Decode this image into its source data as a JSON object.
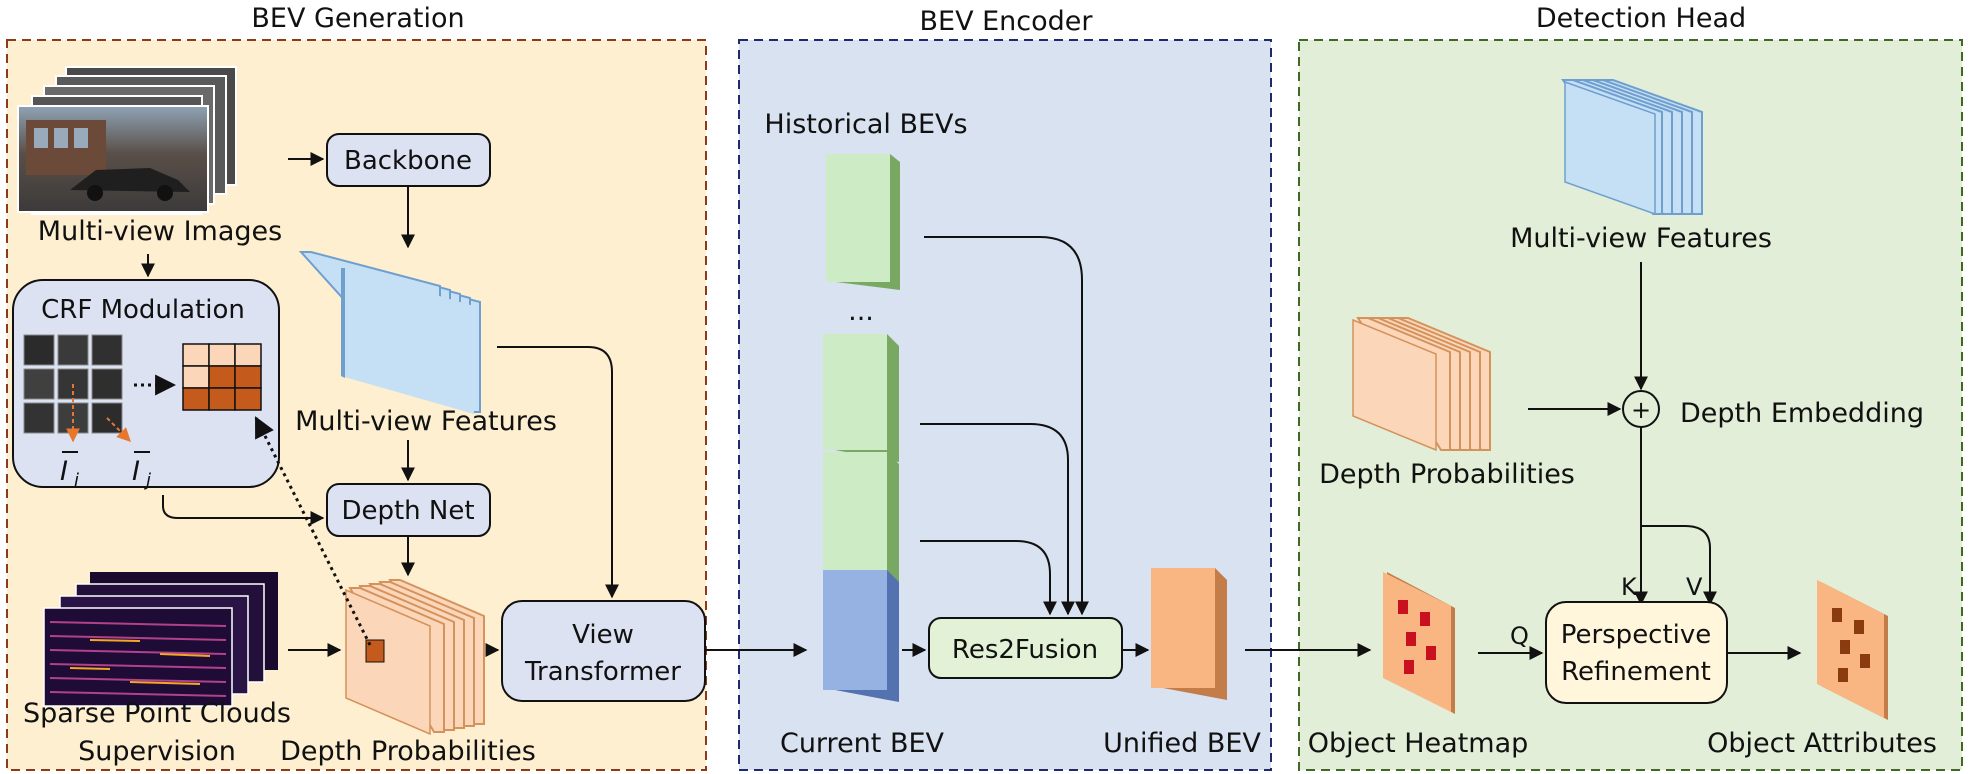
{
  "sections": {
    "generation": {
      "title": "BEV Generation",
      "bg": "#fdefcf",
      "border": "#8b3a1a"
    },
    "encoder": {
      "title": "BEV Encoder",
      "bg": "#d9e2f1",
      "border": "#1e2a6b"
    },
    "head": {
      "title": "Detection Head",
      "bg": "#e2eed8",
      "border": "#3e6b23"
    }
  },
  "generation": {
    "multiview_images": "Multi-view Images",
    "backbone": "Backbone",
    "multiview_features": "Multi-view Features",
    "crf_title": "CRF Modulation",
    "ii": "I",
    "ii_sub": "i",
    "ij": "I",
    "ij_sub": "j",
    "depth_net": "Depth Net",
    "sparse_point_clouds": "Sparse Point Clouds",
    "supervision": "Supervision",
    "depth_probabilities": "Depth Probabilities",
    "view_transformer_1": "View",
    "view_transformer_2": "Transformer"
  },
  "encoder": {
    "historical_bevs": "Historical BEVs",
    "ellipsis": "...",
    "current_bev": "Current BEV",
    "res2fusion": "Res2Fusion",
    "unified_bev": "Unified BEV"
  },
  "head": {
    "multiview_features": "Multi-view Features",
    "depth_probabilities": "Depth Probabilities",
    "plus": "+",
    "depth_embedding": "Depth Embedding",
    "k": "K",
    "v": "V",
    "q": "Q",
    "perspective_1": "Perspective",
    "perspective_2": "Refinement",
    "object_heatmap": "Object Heatmap",
    "object_attributes": "Object Attributes"
  },
  "colors": {
    "box_blue": "#dde2f3",
    "box_green": "#e3f2d6",
    "box_cream": "#fff6dc",
    "feature_blue": "#c5e0f5",
    "feature_edge": "#6f9fcf",
    "depth_peach": "#fcd6b8",
    "depth_edge": "#d4925c",
    "bev_green": "#cdebc4",
    "bev_green_edge": "#79a862",
    "bev_blue": "#96b2e3",
    "bev_blue_edge": "#5572b0",
    "bev_orange": "#f9b683",
    "bev_orange_edge": "#c47d49",
    "heat_red": "#c8101e",
    "attr_brown": "#8a3b10",
    "accent_orange": "#e8772e"
  }
}
